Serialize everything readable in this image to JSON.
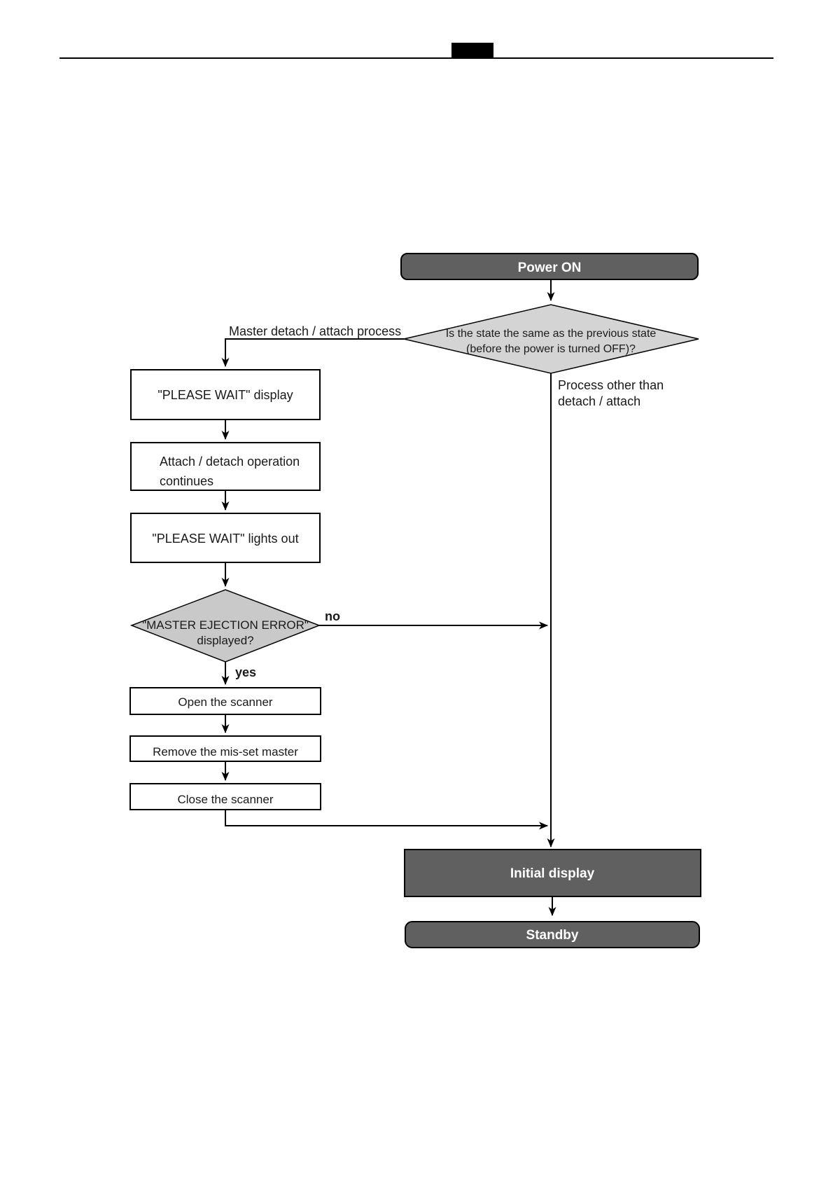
{
  "flow": {
    "power_on": "Power ON",
    "decision_prev_state": {
      "line1": "Is the state the same as the previous state",
      "line2": "(before the power is turned OFF)?"
    },
    "branch_left_label": "Master detach / attach process",
    "branch_right_label": {
      "line1": "Process other than",
      "line2": "detach / attach"
    },
    "please_wait_display": "\"PLEASE WAIT\" display",
    "attach_detach": {
      "line1": "Attach / detach operation",
      "line2": "continues"
    },
    "please_wait_lights_out": "\"PLEASE WAIT\" lights out",
    "decision_ejection_error": {
      "line1": "\"MASTER EJECTION ERROR\"",
      "line2": "displayed?",
      "no_label": "no",
      "yes_label": "yes"
    },
    "open_scanner": "Open the scanner",
    "remove_master": "Remove the mis-set master",
    "close_scanner": "Close the scanner",
    "initial_display": "Initial display",
    "standby": "Standby"
  },
  "colors": {
    "node_dark_fill": "#606060",
    "decision1_fill": "#d4d4d4",
    "decision2_fill": "#c9c9c9",
    "process_fill": "#ffffff",
    "line": "#000000"
  }
}
